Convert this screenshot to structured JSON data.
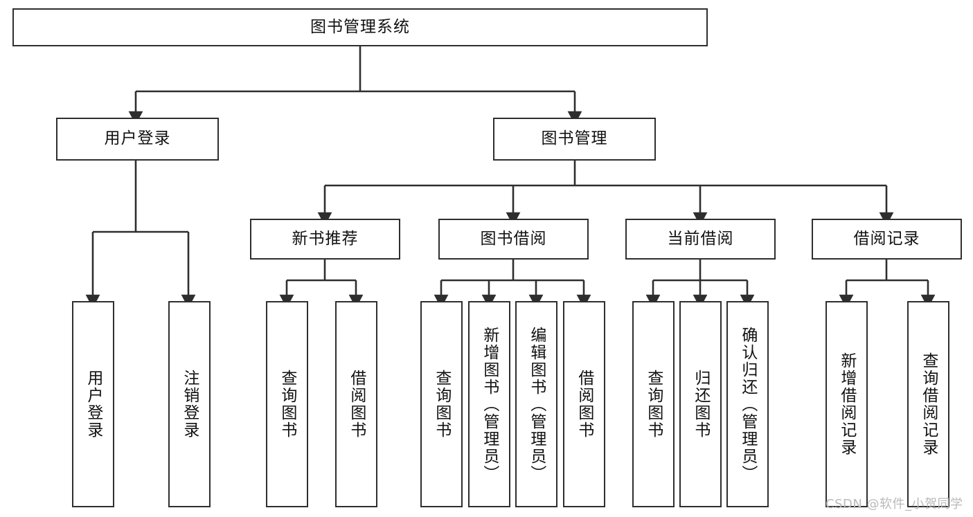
{
  "diagram": {
    "title_node": {
      "label": "图书管理系统"
    },
    "level2": [
      {
        "label": "用户登录"
      },
      {
        "label": "图书管理"
      }
    ],
    "level3": [
      {
        "label": "新书推荐"
      },
      {
        "label": "图书借阅"
      },
      {
        "label": "当前借阅"
      },
      {
        "label": "借阅记录"
      }
    ],
    "leaves": {
      "user_login": [
        {
          "label": "用户登录"
        },
        {
          "label": "注销登录"
        }
      ],
      "new_book_recommend": [
        {
          "label": "查询图书"
        },
        {
          "label": "借阅图书"
        }
      ],
      "book_borrow": [
        {
          "label": "查询图书"
        },
        {
          "label": "新增图书（管理员）"
        },
        {
          "label": "编辑图书（管理员）"
        },
        {
          "label": "借阅图书"
        }
      ],
      "current_borrow": [
        {
          "label": "查询图书"
        },
        {
          "label": "归还图书"
        },
        {
          "label": "确认归还（管理员）"
        }
      ],
      "borrow_record": [
        {
          "label": "新增借阅记录"
        },
        {
          "label": "查询借阅记录"
        }
      ]
    }
  },
  "watermark": {
    "text": "CSDN @软件_小贺同学"
  },
  "colors": {
    "stroke": "#2e2e2e",
    "background": "#ffffff",
    "watermark": "#b9b9b9"
  }
}
